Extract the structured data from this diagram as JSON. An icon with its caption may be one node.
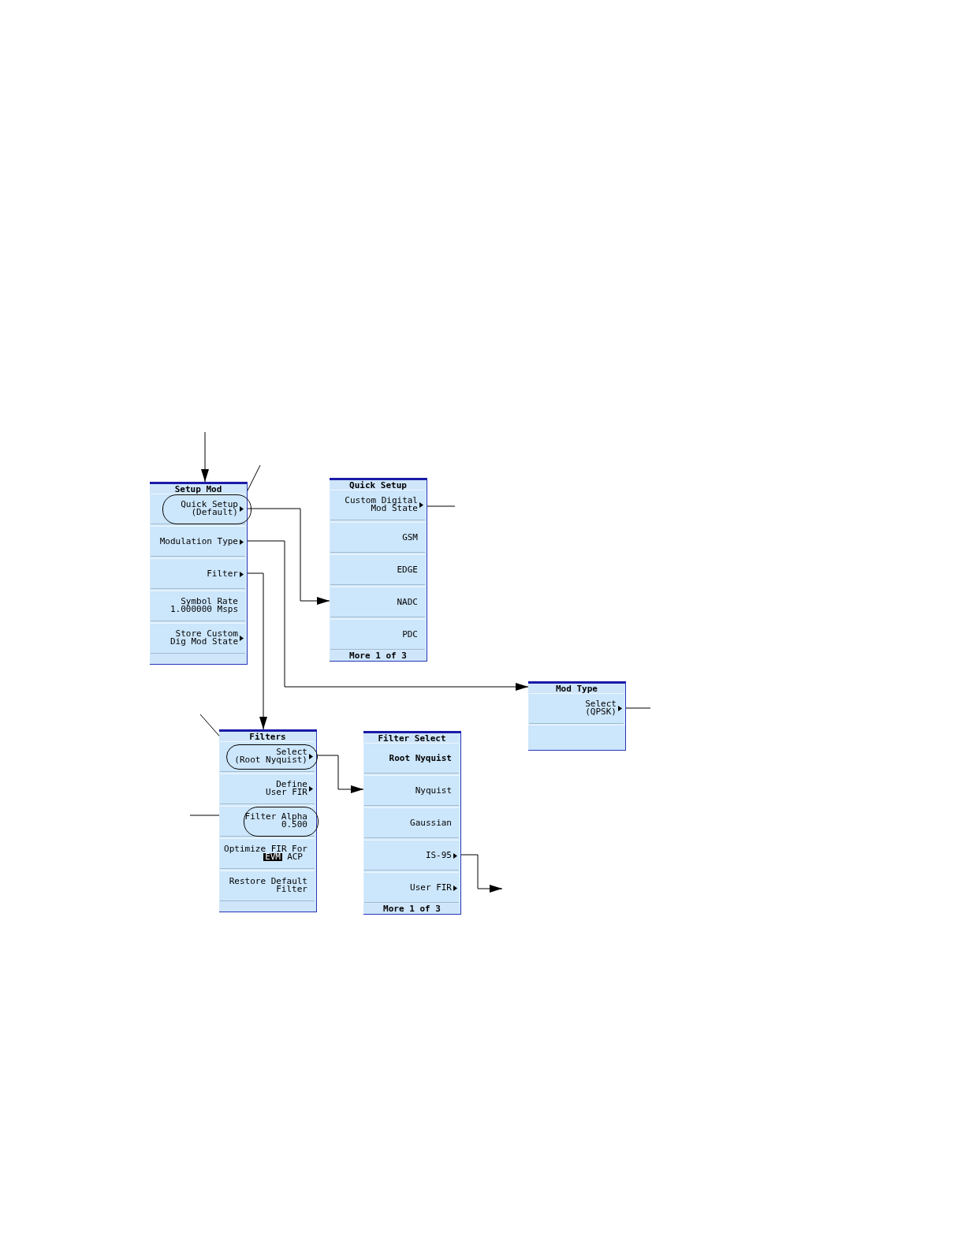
{
  "diagram": {
    "nodes": [
      {
        "text": [
          "Setup Mod"
        ]
      },
      {
        "text": [
          "Quick Setup (Default)"
        ],
        "in": 0
      },
      {
        "text": [
          "Modulation Type"
        ],
        "in": 0
      },
      {
        "text": [
          "Filter"
        ],
        "in": 0
      },
      {
        "text": [
          "Symbol Rate 1.000000 Msps"
        ],
        "in": 0
      },
      {
        "text": [
          "Store Custom Dig Mod State"
        ],
        "in": 0
      },
      {
        "text": [
          "Quick Setup",
          "More 1 of 3"
        ]
      },
      {
        "text": [
          "Custom Digital Mod State"
        ],
        "in": 6
      },
      {
        "text": [
          "GSM"
        ],
        "in": 6
      },
      {
        "text": [
          "EDGE"
        ],
        "in": 6
      },
      {
        "text": [
          "NADC"
        ],
        "in": 6
      },
      {
        "text": [
          "PDC"
        ],
        "in": 6
      },
      {
        "text": [
          "Mod Type"
        ]
      },
      {
        "text": [
          "Select (QPSK)"
        ],
        "in": 12
      },
      {
        "text": [
          "Filters"
        ]
      },
      {
        "text": [
          "Select (Root Nyquist)"
        ],
        "in": 14
      },
      {
        "text": [
          "Define User FIR"
        ],
        "in": 14
      },
      {
        "text": [
          "Filter Alpha 0.500"
        ],
        "in": 14
      },
      {
        "text": [
          "Optimize FIR For",
          "EVM",
          "ACP"
        ],
        "in": 14
      },
      {
        "text": [
          "Restore Default Filter"
        ],
        "in": 14
      },
      {
        "text": [
          "Filter Select",
          "More 1 of 3"
        ]
      },
      {
        "text": [
          "Root Nyquist"
        ],
        "in": 20
      },
      {
        "text": [
          "Nyquist"
        ],
        "in": 20
      },
      {
        "text": [
          "Gaussian"
        ],
        "in": 20
      },
      {
        "text": [
          "IS-95"
        ],
        "in": 20
      },
      {
        "text": [
          "User FIR"
        ],
        "in": 20
      }
    ],
    "edges": [
      {
        "from": null,
        "to": 0,
        "arrow": "to"
      },
      {
        "from": null,
        "to": 1,
        "arrow": "none"
      },
      {
        "from": 1,
        "to": 6,
        "arrow": "to"
      },
      {
        "from": 2,
        "to": 12,
        "arrow": "to"
      },
      {
        "from": 3,
        "to": 14,
        "arrow": "to"
      },
      {
        "from": 7,
        "to": null,
        "arrow": "none"
      },
      {
        "from": 13,
        "to": null,
        "arrow": "none"
      },
      {
        "from": null,
        "to": 15,
        "arrow": "none"
      },
      {
        "from": 15,
        "to": 20,
        "arrow": "to"
      },
      {
        "from": null,
        "to": 17,
        "arrow": "none"
      },
      {
        "from": 24,
        "to": null,
        "arrow": "to"
      }
    ]
  }
}
